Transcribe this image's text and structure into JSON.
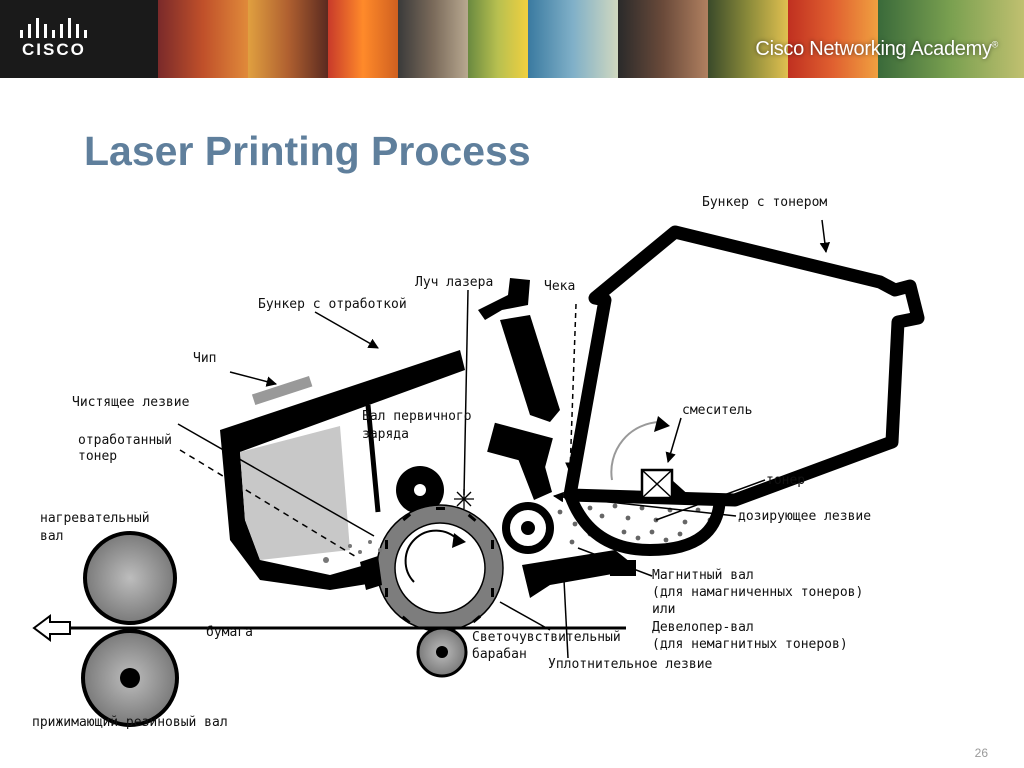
{
  "header": {
    "logo_text": "CISCO",
    "academy_text": "Cisco Networking Academy",
    "academy_mark": "®"
  },
  "slide": {
    "title": "Laser Printing Process",
    "page_number": "26"
  },
  "diagram": {
    "labels": {
      "toner_hopper": "Бункер с тонером",
      "laser_beam": "Луч лазера",
      "pin": "Чека",
      "waste_hopper": "Бункер с отработкой",
      "chip": "Чип",
      "cleaning_blade": "Чистящее лезвие",
      "waste_toner_1": "отработанный",
      "waste_toner_2": "тонер",
      "charge_roller_1": "Вал первичного",
      "charge_roller_2": "заряда",
      "mixer": "смеситель",
      "toner": "тонер",
      "dosing_blade": "дозирующее лезвие",
      "fuser_roller_1": "нагревательный",
      "fuser_roller_2": "вал",
      "magnetic_roller_1": "Магнитный вал",
      "magnetic_roller_2": "(для намагниченных тонеров)",
      "magnetic_roller_3": "или",
      "magnetic_roller_4": "Девелопер-вал",
      "magnetic_roller_5": "(для немагнитных тонеров)",
      "paper": "бумага",
      "drum_1": "Светочувствительный",
      "drum_2": "барабан",
      "sealing_blade": "Уплотнительное лезвие",
      "pressure_roller": "прижимающий резиновый вал"
    }
  }
}
